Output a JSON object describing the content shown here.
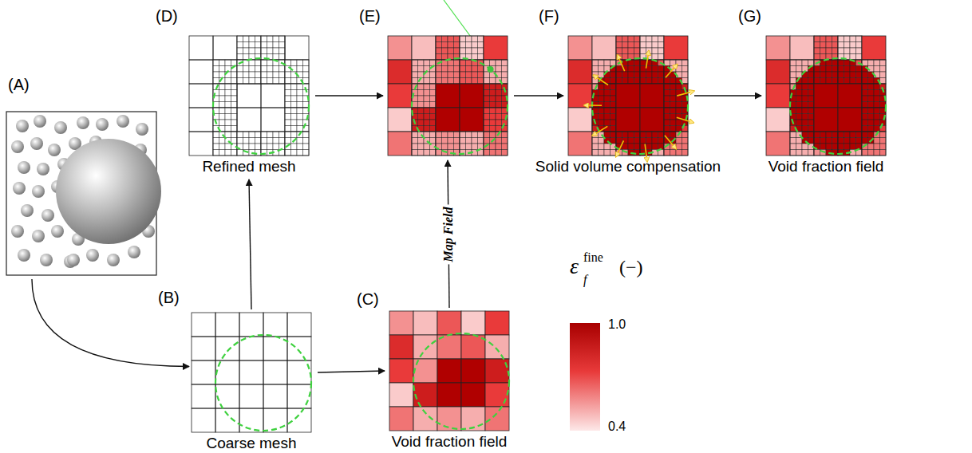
{
  "diagram": {
    "nodes": [
      {
        "text": [
          "(A)"
        ]
      },
      {
        "text": [
          "(D)",
          "Refined mesh"
        ]
      },
      {
        "text": [
          "(E)"
        ]
      },
      {
        "text": [
          "(F)",
          "Solid volume compensation"
        ]
      },
      {
        "text": [
          "(G)",
          "Void fraction field"
        ]
      },
      {
        "text": [
          "(B)",
          "Coarse mesh"
        ]
      },
      {
        "text": [
          "(C)",
          "Void fraction field"
        ]
      }
    ],
    "edges": [
      {
        "from": 0,
        "to": 5,
        "arrow": "to"
      },
      {
        "from": 5,
        "to": 1,
        "arrow": "to"
      },
      {
        "from": 5,
        "to": 6,
        "arrow": "to"
      },
      {
        "from": 1,
        "to": 2,
        "arrow": "to"
      },
      {
        "from": 6,
        "to": 2,
        "label": "Map Field",
        "arrow": "to"
      },
      {
        "from": 2,
        "to": 3,
        "arrow": "to"
      },
      {
        "from": 3,
        "to": 4,
        "arrow": "to"
      }
    ],
    "labels": [
      "ε",
      "f",
      "fine",
      "(−)",
      "1.0",
      "0.4"
    ]
  }
}
